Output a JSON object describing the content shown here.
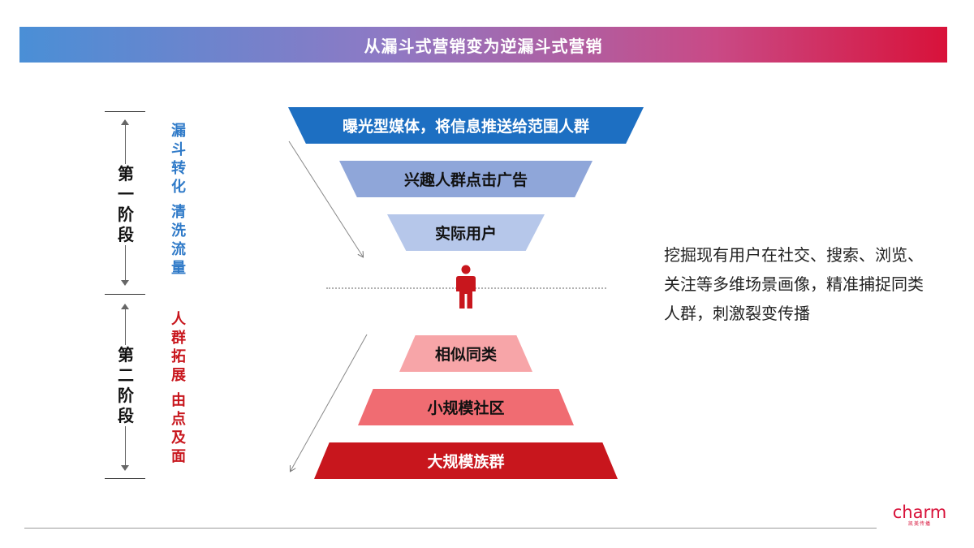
{
  "title": "从漏斗式营销变为逆漏斗式营销",
  "stages": [
    {
      "label": "第一阶段",
      "side_texts": [
        "漏斗转化",
        "清洗流量"
      ],
      "color": "#2f7ac8"
    },
    {
      "label": "第二阶段",
      "side_texts": [
        "人群拓展",
        "由点及面"
      ],
      "color": "#c8161d"
    }
  ],
  "funnel_layers": [
    {
      "label": "曝光型媒体，将信息推送给范围人群",
      "fill": "#1d6fc2",
      "text_color": "#ffffff"
    },
    {
      "label": "兴趣人群点击广告",
      "fill": "#8fa6d9",
      "text_color": "#111111"
    },
    {
      "label": "实际用户",
      "fill": "#b6c7ea",
      "text_color": "#111111"
    }
  ],
  "pyramid_layers": [
    {
      "label": "相似同类",
      "fill": "#f7a5a8",
      "text_color": "#111111"
    },
    {
      "label": "小规模社区",
      "fill": "#f06c72",
      "text_color": "#111111"
    },
    {
      "label": "大规模族群",
      "fill": "#c8161d",
      "text_color": "#ffffff"
    }
  ],
  "description": "挖掘现有用户在社交、搜索、浏览、关注等多维场景画像，精准捕捉同类人群，刺激裂变传播",
  "person_icon": "person-icon",
  "logo": {
    "word": "charm",
    "sub": "凯美传播"
  }
}
